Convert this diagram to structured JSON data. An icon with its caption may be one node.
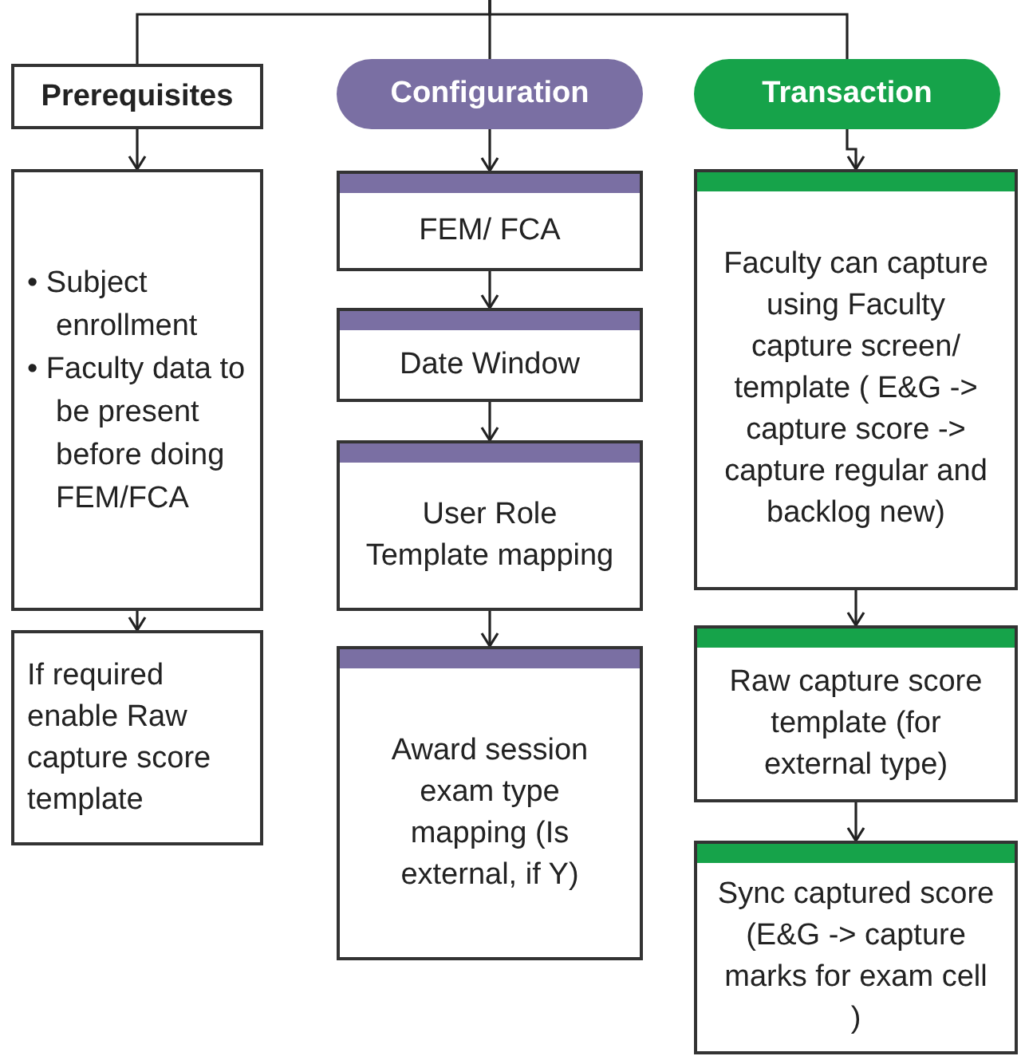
{
  "diagram": {
    "nodes": [
      {
        "text": [
          "Prerequisites"
        ]
      },
      {
        "text": [
          "Configuration"
        ]
      },
      {
        "text": [
          "Transaction"
        ]
      },
      {
        "text": [
          "• Subject enrollment",
          "• Faculty data to be present before doing FEM/FCA"
        ]
      },
      {
        "text": [
          "If required enable Raw capture score template"
        ]
      },
      {
        "text": [
          "FEM/ FCA"
        ]
      },
      {
        "text": [
          "Date Window"
        ]
      },
      {
        "text": [
          "User Role Template mapping"
        ]
      },
      {
        "text": [
          "Award session exam type mapping (Is external, if Y)"
        ]
      },
      {
        "text": [
          "Faculty can capture using Faculty capture screen/ template ( E&G -> capture score -> capture regular and backlog new)"
        ]
      },
      {
        "text": [
          "Raw capture score template (for external type)"
        ]
      },
      {
        "text": [
          "Sync captured score (E&G -> capture marks for exam cell )"
        ]
      }
    ],
    "edges": [
      {
        "from": null,
        "to": 0,
        "arrow": "none"
      },
      {
        "from": null,
        "to": 1,
        "arrow": "none"
      },
      {
        "from": null,
        "to": 2,
        "arrow": "none"
      },
      {
        "from": 0,
        "to": 3,
        "arrow": "to"
      },
      {
        "from": 3,
        "to": 4,
        "arrow": "to"
      },
      {
        "from": 1,
        "to": 5,
        "arrow": "to"
      },
      {
        "from": 5,
        "to": 6,
        "arrow": "to"
      },
      {
        "from": 6,
        "to": 7,
        "arrow": "to"
      },
      {
        "from": 7,
        "to": 8,
        "arrow": "to"
      },
      {
        "from": 2,
        "to": 9,
        "arrow": "to"
      },
      {
        "from": 9,
        "to": 10,
        "arrow": "to"
      },
      {
        "from": 10,
        "to": 11,
        "arrow": "to"
      }
    ]
  }
}
